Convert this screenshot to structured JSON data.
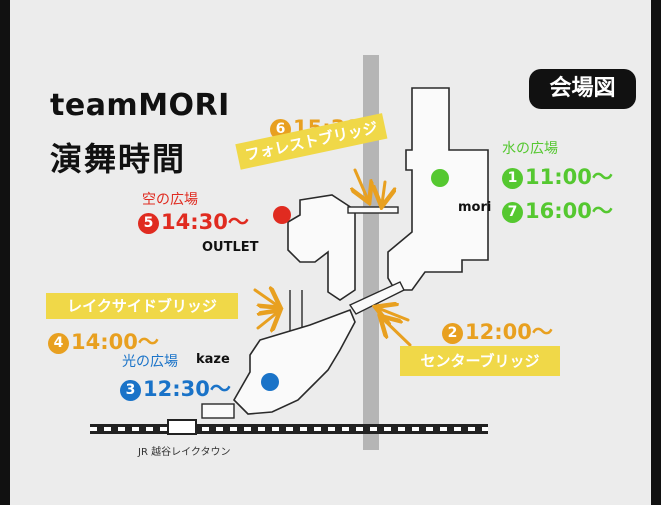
{
  "title": {
    "line1": "teamMORI",
    "line2": "演舞時間"
  },
  "legend_badge": "会場図",
  "venues": {
    "water": {
      "place": "水の広場",
      "time1_num": "1",
      "time1": "11:00〜",
      "time2_num": "7",
      "time2": "16:00〜",
      "color": "#55c830"
    },
    "sky": {
      "place": "空の広場",
      "time_num": "5",
      "time": "14:30〜",
      "color": "#e02b20"
    },
    "light": {
      "place": "光の広場",
      "time_num": "3",
      "time": "12:30〜",
      "color": "#1a73c8"
    }
  },
  "bridges": {
    "forest": {
      "time_num": "6",
      "time": "15:30〜",
      "label": "フォレストブリッジ"
    },
    "lakeside": {
      "time_num": "4",
      "time": "14:00〜",
      "label": "レイクサイドブリッジ"
    },
    "center": {
      "time_num": "2",
      "time": "12:00〜",
      "label": "センターブリッジ"
    },
    "color": "#e8a020",
    "label_bg": "#f0d848"
  },
  "buildings": {
    "mori": "mori",
    "outlet": "OUTLET",
    "kaze": "kaze"
  },
  "station": "JR 越谷レイクタウン"
}
